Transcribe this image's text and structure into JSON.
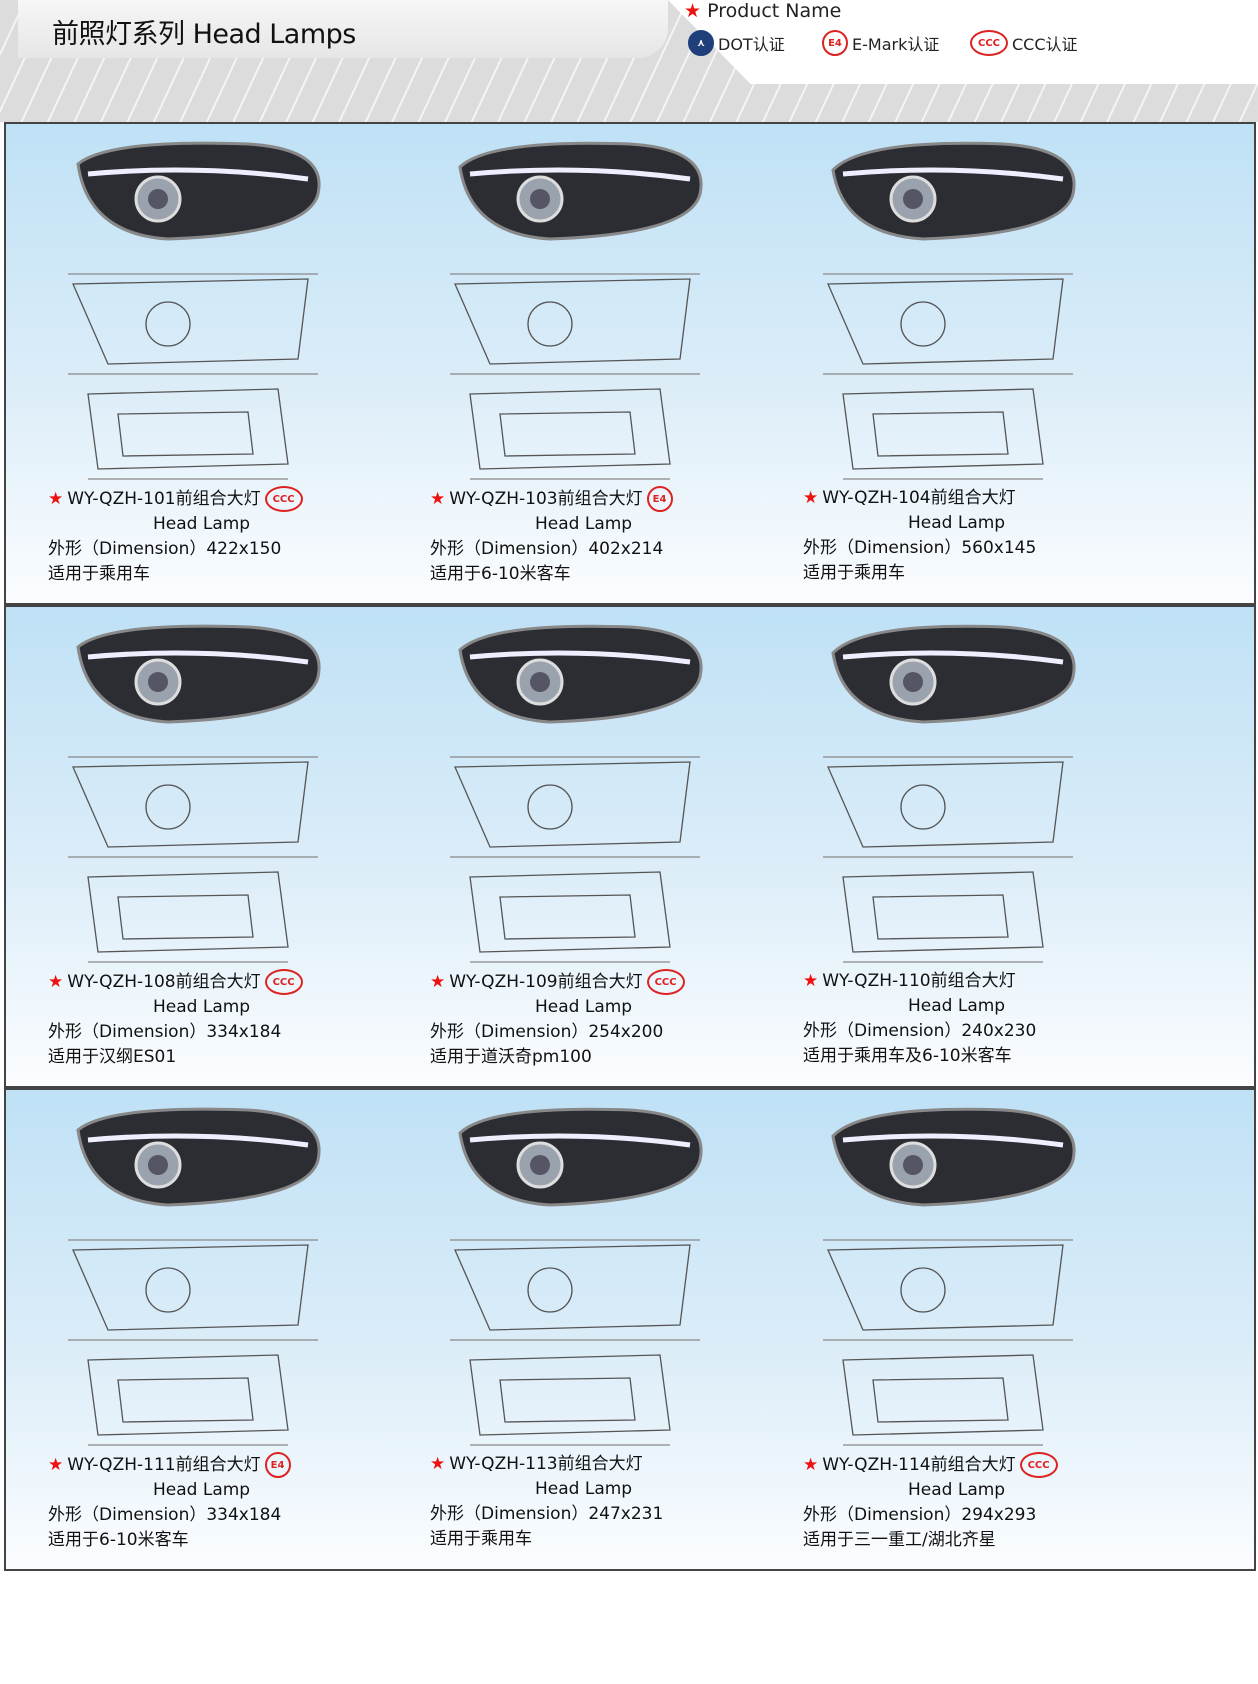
{
  "header": {
    "title": "前照灯系列   Head Lamps",
    "legend_product_name": "Product Name",
    "certs": [
      {
        "badge": "DOT",
        "label": "DOT认证",
        "icon": "dot-icon"
      },
      {
        "badge": "E4",
        "label": "E-Mark认证",
        "icon": "emark-icon"
      },
      {
        "badge": "CCC",
        "label": "CCC认证",
        "icon": "ccc-icon"
      }
    ]
  },
  "panels": [
    {
      "items": [
        {
          "name": "WY-QZH-101前组合大灯",
          "badge": "CCC",
          "sub": "Head Lamp",
          "dim": "外形（Dimension）422x150",
          "fit": "适用于乘用车"
        },
        {
          "name": "WY-QZH-103前组合大灯",
          "badge": "E4",
          "sub": "Head Lamp",
          "dim": "外形（Dimension）402x214",
          "fit": "适用于6-10米客车"
        },
        {
          "name": "WY-QZH-104前组合大灯",
          "badge": "",
          "sub": "Head Lamp",
          "dim": "外形（Dimension）560x145",
          "fit": "适用于乘用车"
        }
      ]
    },
    {
      "items": [
        {
          "name": "WY-QZH-108前组合大灯",
          "badge": "CCC",
          "sub": "Head Lamp",
          "dim": "外形（Dimension）334x184",
          "fit": "适用于汉纲ES01"
        },
        {
          "name": "WY-QZH-109前组合大灯",
          "badge": "CCC",
          "sub": "Head Lamp",
          "dim": "外形（Dimension）254x200",
          "fit": "适用于道沃奇pm100"
        },
        {
          "name": "WY-QZH-110前组合大灯",
          "badge": "",
          "sub": "Head Lamp",
          "dim": "外形（Dimension）240x230",
          "fit": "适用于乘用车及6-10米客车"
        }
      ]
    },
    {
      "items": [
        {
          "name": "WY-QZH-111前组合大灯",
          "badge": "E4",
          "sub": "Head Lamp",
          "dim": "外形（Dimension）334x184",
          "fit": "适用于6-10米客车"
        },
        {
          "name": "WY-QZH-113前组合大灯",
          "badge": "",
          "sub": "Head Lamp",
          "dim": "外形（Dimension）247x231",
          "fit": "适用于乘用车"
        },
        {
          "name": "WY-QZH-114前组合大灯",
          "badge": "CCC",
          "sub": "Head Lamp",
          "dim": "外形（Dimension）294x293",
          "fit": "适用于三一重工/湖北齐星"
        }
      ]
    }
  ],
  "colors": {
    "star": "#e11111",
    "badge": "#dd2222",
    "panel_top": "#bfe1f6"
  }
}
